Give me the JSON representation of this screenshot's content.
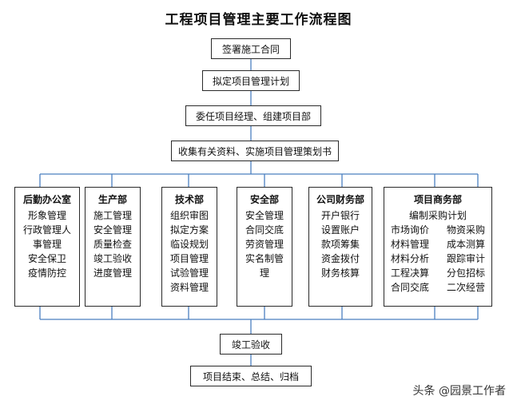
{
  "title": "工程项目管理主要工作流程图",
  "steps": {
    "s1": "签署施工合同",
    "s2": "拟定项目管理计划",
    "s3": "委任项目经理、组建项目部",
    "s4": "收集有关资料、实施项目管理策划书",
    "s5": "竣工验收",
    "s6": "项目结束、总结、归档"
  },
  "departments": [
    {
      "title": "后勤办公室",
      "lines": [
        "形象管理",
        "行政管理人",
        "事管理",
        "安全保卫",
        "疫情防控"
      ]
    },
    {
      "title": "生产部",
      "lines": [
        "施工管理",
        "安全管理",
        "质量检查",
        "竣工验收",
        "进度管理"
      ]
    },
    {
      "title": "技术部",
      "lines": [
        "组织审图",
        "拟定方案",
        "临设规划",
        "项目管理",
        "试验管理",
        "资料管理"
      ]
    },
    {
      "title": "安全部",
      "lines": [
        "安全管理",
        "合同交底",
        "劳资管理",
        "实名制管",
        "理"
      ]
    },
    {
      "title": "公司财务部",
      "lines": [
        "开户银行",
        "设置账户",
        "款项筹集",
        "资金拨付",
        "财务核算"
      ]
    },
    {
      "title": "项目商务部",
      "subtitle": "编制采购计划",
      "grid": [
        [
          "市场询价",
          "物资采购"
        ],
        [
          "材料管理",
          "成本测算"
        ],
        [
          "材料分析",
          "跟踪审计"
        ],
        [
          "工程决算",
          "分包招标"
        ],
        [
          "合同交底",
          "二次经营"
        ]
      ]
    }
  ],
  "watermark": "头条 @园景工作者"
}
